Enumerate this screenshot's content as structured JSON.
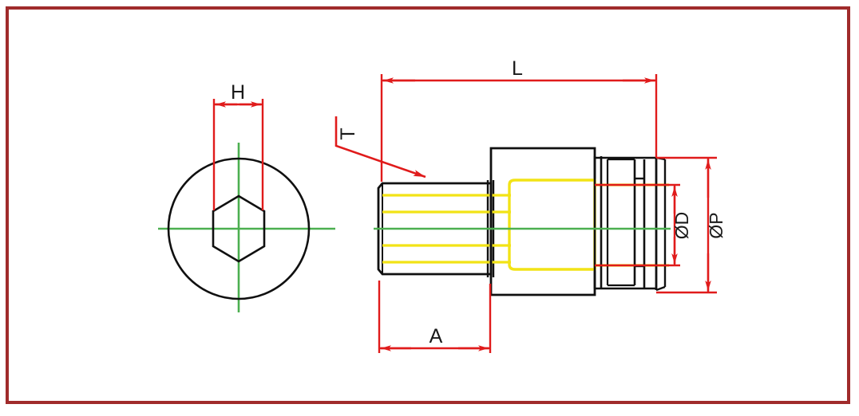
{
  "drawing": {
    "title": "Socket head cap screw technical drawing",
    "border_color": "#a02b2b",
    "outline_color": "#101010",
    "dimension_color": "#e01b1b",
    "centerline_color": "#4caf50",
    "thread_color": "#f2e316",
    "background_color": "#ffffff"
  },
  "views": {
    "front": {
      "name": "head-end-view",
      "outer_circle_label": "head-outer-circle",
      "hex_socket_label": "hex-socket"
    },
    "side": {
      "name": "side-section-view",
      "shaft_label": "threaded-shaft",
      "head_label": "screw-head",
      "knurl_label": "head-grooves"
    }
  },
  "dimensions": {
    "h": {
      "label": "H",
      "name": "hex-width-across-flats"
    },
    "l": {
      "label": "L",
      "name": "overall-length"
    },
    "t": {
      "label": "T",
      "name": "thread-callout"
    },
    "a": {
      "label": "A",
      "name": "thread-length"
    },
    "d": {
      "label": "ØD",
      "name": "thread-diameter"
    },
    "p": {
      "label": "ØP",
      "name": "head-diameter"
    }
  }
}
